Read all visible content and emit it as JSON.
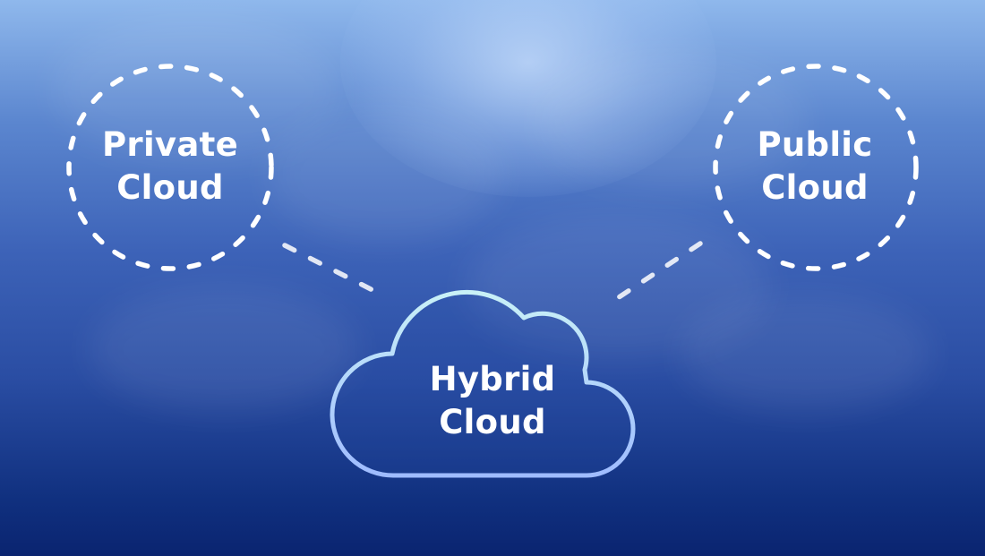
{
  "diagram": {
    "nodes": {
      "private": {
        "line1": "Private",
        "line2": "Cloud"
      },
      "public": {
        "line1": "Public",
        "line2": "Cloud"
      },
      "hybrid": {
        "line1": "Hybrid",
        "line2": "Cloud"
      }
    },
    "connections": [
      {
        "from": "private",
        "to": "hybrid",
        "style": "dashed"
      },
      {
        "from": "public",
        "to": "hybrid",
        "style": "dashed"
      }
    ],
    "colors": {
      "background_top": "#8fb8ec",
      "background_bottom": "#0a2470",
      "dashed_stroke": "#ffffff",
      "cloud_outline_top": "#c9f1f7",
      "cloud_outline_bottom": "#9fbcff",
      "text": "#ffffff"
    }
  }
}
